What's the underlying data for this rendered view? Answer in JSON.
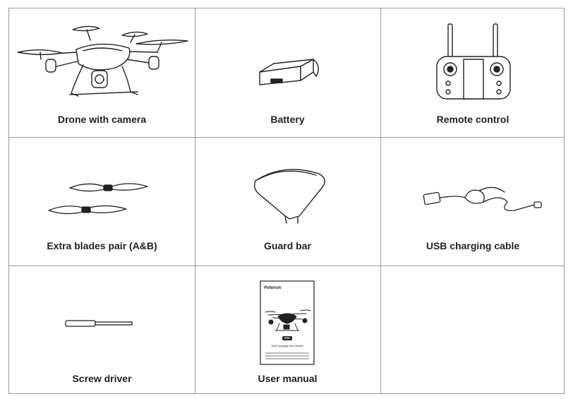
{
  "items": [
    {
      "label": "Drone with camera",
      "icon": "drone-icon"
    },
    {
      "label": "Battery",
      "icon": "battery-icon"
    },
    {
      "label": "Remote control",
      "icon": "remote-control-icon"
    },
    {
      "label": "Extra blades pair (A&B)",
      "icon": "propeller-blades-icon"
    },
    {
      "label": "Guard bar",
      "icon": "guard-bar-icon"
    },
    {
      "label": "USB charging cable",
      "icon": "usb-cable-icon"
    },
    {
      "label": "Screw driver",
      "icon": "screwdriver-icon"
    },
    {
      "label": "User manual",
      "icon": "user-manual-icon"
    }
  ],
  "manual": {
    "brand": "Potensic",
    "model": "P5G",
    "title": "Multi-Language User Manual"
  },
  "colors": {
    "line": "#9a9a9a",
    "ink": "#222222"
  }
}
